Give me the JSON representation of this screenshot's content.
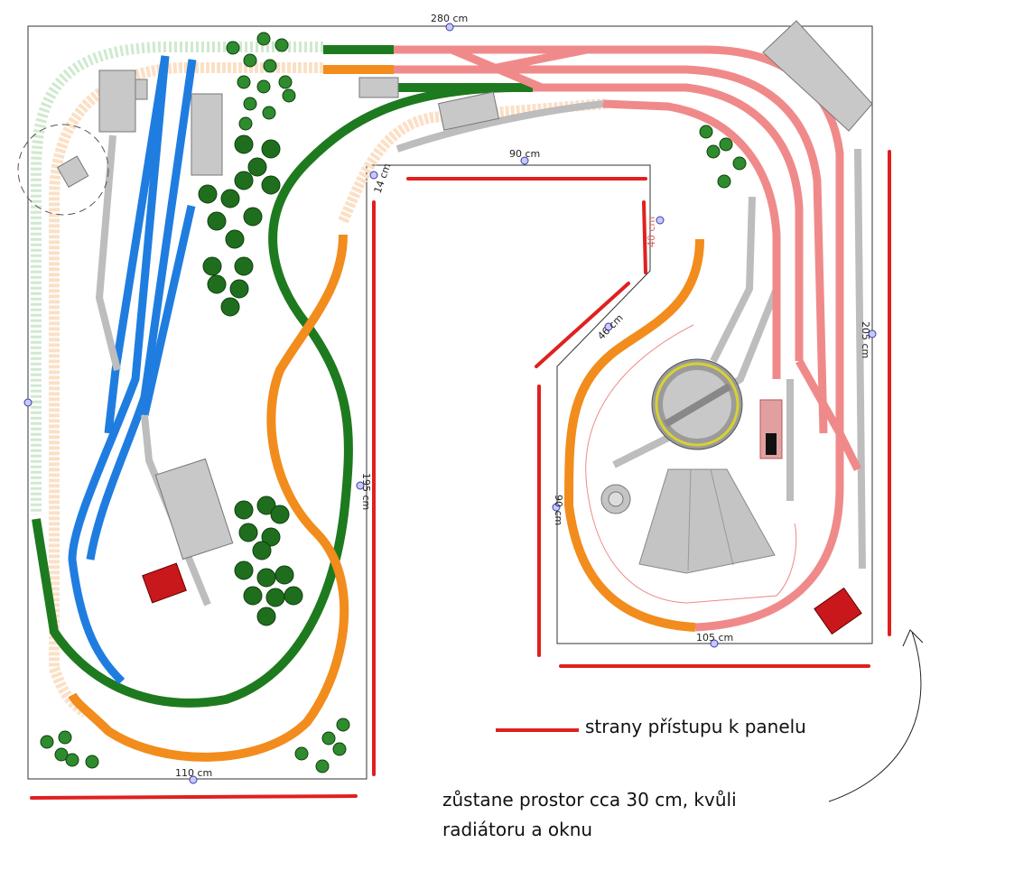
{
  "dimensions": {
    "top": "280 cm",
    "inner_top": "90 cm",
    "inner_corner": "14 cm",
    "notch": "40 cm",
    "diagonal": "46 cm",
    "middle_vertical": "195 cm",
    "right_inner": "90 cm",
    "right_outer": "205 cm",
    "bottom_left": "110 cm",
    "bottom_right": "105 cm"
  },
  "legend": {
    "access_label": "strany přístupu k panelu",
    "access_color": "#e02020"
  },
  "note": {
    "line1": "zůstane prostor cca 30 cm, kvůli",
    "line2": "radiátoru a oknu"
  },
  "track_colors": {
    "green": "#1e7a1e",
    "orange": "#f28c1c",
    "blue": "#1f7de0",
    "pink": "#f08a8a",
    "grey": "#bdbdbd",
    "light_green": "#cfe9cf",
    "light_orange": "#fbe0c6"
  }
}
